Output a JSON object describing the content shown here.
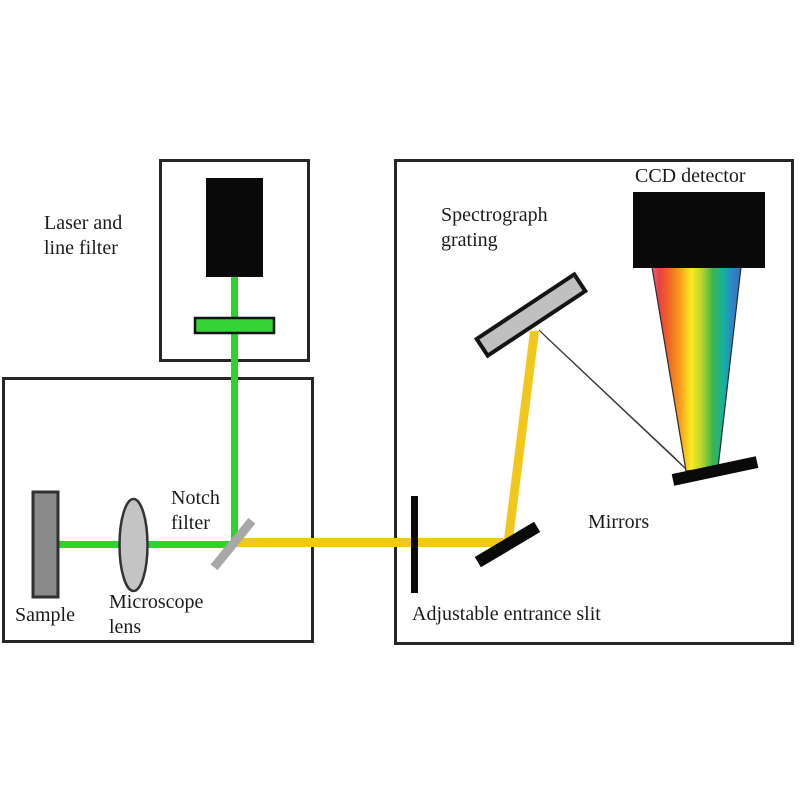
{
  "labels": {
    "laser": [
      "Laser and",
      "line filter"
    ],
    "notch": [
      "Notch",
      "filter"
    ],
    "sample": "Sample",
    "microscope": [
      "Microscope",
      "lens"
    ],
    "grating": [
      "Spectrograph",
      "grating"
    ],
    "ccd": "CCD detector",
    "mirrors": "Mirrors",
    "slit": "Adjustable entrance slit"
  },
  "colors": {
    "laser_beam_green": "#2ed32e",
    "line_filter_green": "#35d335",
    "raman_beam_yellow": "#f2c71b",
    "spectrum_left_pink": "#e8638f",
    "spectrum_red": "#ea4040",
    "spectrum_orange": "#f8a01e",
    "spectrum_yellow": "#f9ec1f",
    "spectrum_green": "#3cb54a",
    "spectrum_teal": "#14b2a0",
    "spectrum_blue": "#3a6dbd",
    "optics_gray": "#c0c0c0",
    "component_black": "#0a0a0a",
    "box_border": "#262626"
  }
}
